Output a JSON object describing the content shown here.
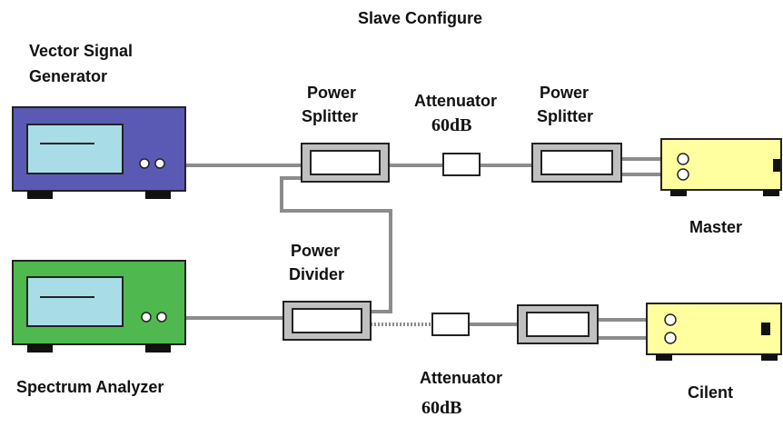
{
  "title": "Slave Configure",
  "devices": {
    "vector_signal_generator": {
      "label_line1": "Vector Signal",
      "label_line2": "Generator",
      "body_color": "#5a5ab4",
      "screen_color": "#a8dde8"
    },
    "spectrum_analyzer": {
      "label": "Spectrum Analyzer",
      "body_color": "#4fb84f",
      "screen_color": "#a8dde8"
    },
    "master": {
      "label": "Master",
      "body_color": "#ffffa0"
    },
    "client": {
      "label": "Cilent",
      "body_color": "#ffffa0"
    }
  },
  "components": {
    "power_splitter_1": {
      "label_line1": "Power",
      "label_line2": "Splitter"
    },
    "attenuator_1": {
      "label": "Attenuator",
      "value": "60dB"
    },
    "power_splitter_2": {
      "label_line1": "Power",
      "label_line2": "Splitter"
    },
    "power_divider": {
      "label_line1": "Power",
      "label_line2": "Divider"
    },
    "attenuator_2": {
      "label": "Attenuator",
      "value": "60dB"
    }
  },
  "colors": {
    "cable": "#8c8c8c",
    "splitter_frame": "#c0c0c0",
    "outline": "#222222",
    "foot": "#111111"
  }
}
